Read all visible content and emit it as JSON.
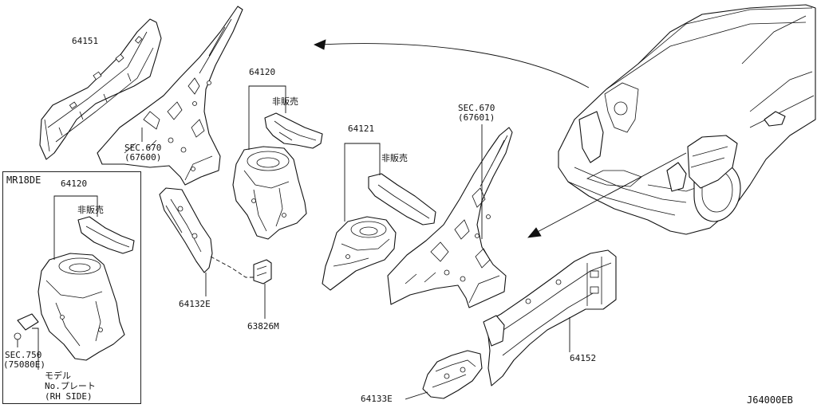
{
  "inset": {
    "title": "MR18DE"
  },
  "labels": {
    "p64151": "64151",
    "sec670_left": "SEC.670",
    "p67600": "(67600)",
    "p64120_main": "64120",
    "hihanbai_main": "非販売",
    "p64121": "64121",
    "hihanbai_mid": "非販売",
    "sec670_right": "SEC.670",
    "p67601": "(67601)",
    "p64132e": "64132E",
    "p63826m": "63826M",
    "p64152": "64152",
    "p64133e": "64133E",
    "p64120_inset": "64120",
    "hihanbai_inset": "非販売",
    "sec750": "SEC.750",
    "p75080e": "(75080E)",
    "model_line1": "モデル",
    "model_line2": "No.プレート",
    "model_line3": "(RH SIDE)"
  },
  "diagram_code": "J64000EB"
}
